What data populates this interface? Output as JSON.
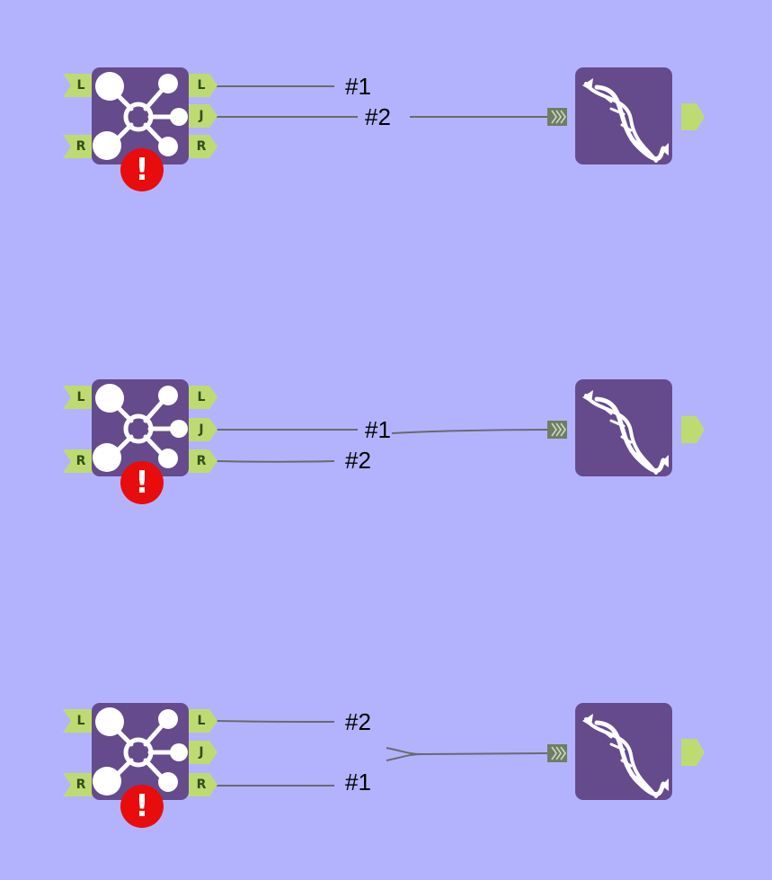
{
  "canvas": {
    "background": "#b3b3fd",
    "tool_color": "#654b8c",
    "anchor_color": "#bedb72",
    "warning_color": "#e80c0c"
  },
  "anchor_labels": {
    "left_in": "L",
    "right_in": "R",
    "left_out": "L",
    "join_out": "J",
    "right_out": "R"
  },
  "warning_symbol": "!",
  "workflows": [
    {
      "join_tool": {
        "icon": "join-icon",
        "has_error": true
      },
      "browse_tool": {
        "icon": "dna-helix-icon"
      },
      "connections": [
        {
          "from": "L",
          "label": "#1",
          "to_browse": false
        },
        {
          "from": "J",
          "label": "#2",
          "to_browse": true
        }
      ]
    },
    {
      "join_tool": {
        "icon": "join-icon",
        "has_error": true
      },
      "browse_tool": {
        "icon": "dna-helix-icon"
      },
      "connections": [
        {
          "from": "J",
          "label": "#1",
          "to_browse": true
        },
        {
          "from": "R",
          "label": "#2",
          "to_browse": false
        }
      ]
    },
    {
      "join_tool": {
        "icon": "join-icon",
        "has_error": true
      },
      "browse_tool": {
        "icon": "dna-helix-icon"
      },
      "connections": [
        {
          "from": "L",
          "label": "#2",
          "to_browse": false
        },
        {
          "from": "R",
          "label": "#1",
          "to_browse": false
        },
        {
          "from": "",
          "label": "",
          "to_browse": true
        }
      ]
    }
  ]
}
